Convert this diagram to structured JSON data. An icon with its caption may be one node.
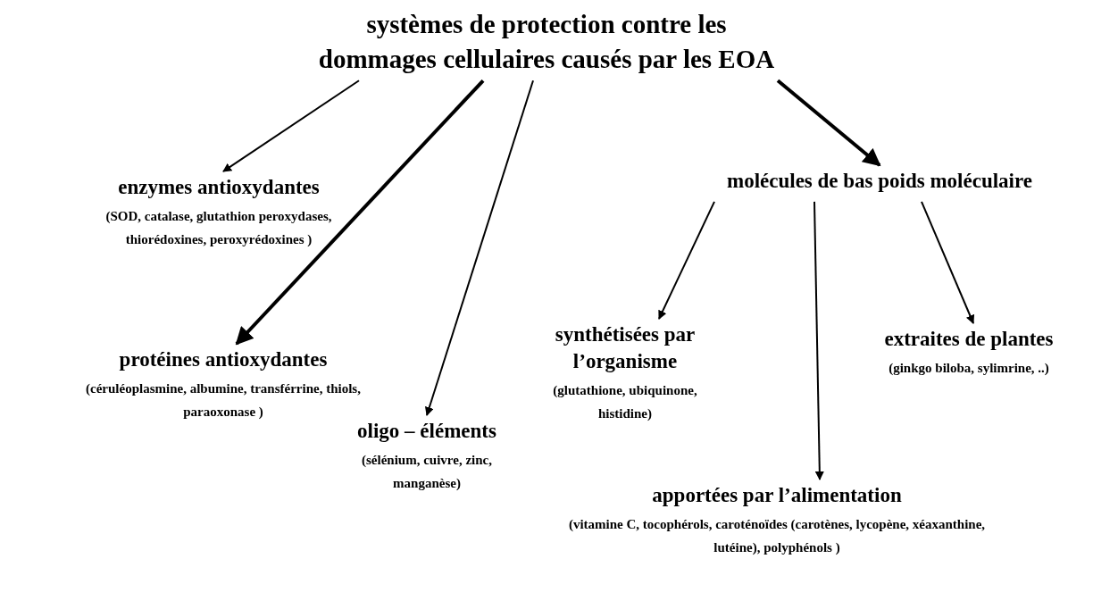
{
  "diagram": {
    "nodes": [
      {
        "text": [
          "systèmes de protection contre les dommages cellulaires causés par les EOA"
        ]
      },
      {
        "text": [
          "enzymes antioxydantes",
          "(SOD, catalase, glutathion peroxydases, thiorédoxines, peroxyrédoxines )"
        ]
      },
      {
        "text": [
          "molécules de bas poids moléculaire"
        ]
      },
      {
        "text": [
          "protéines antioxydantes",
          "(céruléoplasmine, albumine, transférrine, thiols, paraoxonase )"
        ]
      },
      {
        "text": [
          "oligo – éléments",
          "(sélénium, cuivre, zinc, manganèse)"
        ]
      },
      {
        "text": [
          "synthétisées par l’organisme",
          "(glutathione, ubiquinone, histidine)"
        ]
      },
      {
        "text": [
          "extraites de plantes",
          "(ginkgo biloba, sylimrine, ..)"
        ]
      },
      {
        "text": [
          "apportées par l’alimentation",
          "(vitamine C, tocophérols, caroténoïdes (carotènes, lycopène, xéaxanthine, lutéine), polyphénols )"
        ]
      }
    ],
    "edges": [
      {
        "from": 0,
        "to": 1,
        "arrow": "to"
      },
      {
        "from": 0,
        "to": 3,
        "arrow": "to",
        "style": "thick"
      },
      {
        "from": 0,
        "to": 4,
        "arrow": "to"
      },
      {
        "from": 0,
        "to": 2,
        "arrow": "to",
        "style": "thick"
      },
      {
        "from": 2,
        "to": 5,
        "arrow": "to"
      },
      {
        "from": 2,
        "to": 7,
        "arrow": "to"
      },
      {
        "from": 2,
        "to": 6,
        "arrow": "to"
      }
    ]
  }
}
